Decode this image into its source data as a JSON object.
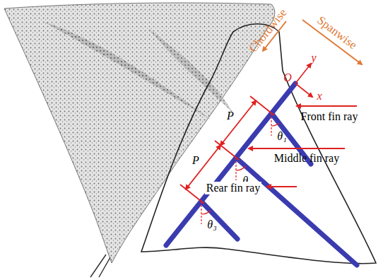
{
  "diagram": {
    "labels": [
      "Chordwise",
      "Spanwise",
      "y",
      "O",
      "x",
      "P",
      "P",
      "θ₁",
      "θ₂",
      "θ₃",
      "Front fin ray",
      "Middle fin ray",
      "Rear fin ray"
    ]
  }
}
